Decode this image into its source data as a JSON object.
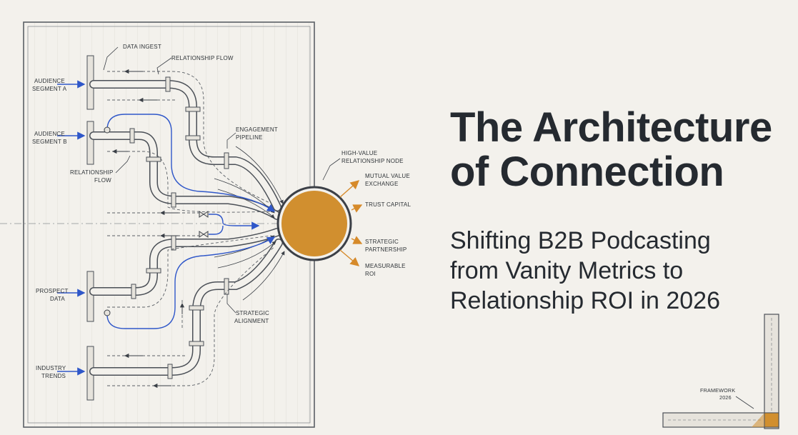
{
  "title": {
    "line1": "The Architecture",
    "line2": "of Connection"
  },
  "subtitle": {
    "line1": "Shifting B2B Podcasting",
    "line2": "from Vanity Metrics to",
    "line3": "Relationship ROI in 2026"
  },
  "inputs": {
    "audience_a": [
      "AUDIENCE",
      "SEGMENT A"
    ],
    "audience_b": [
      "AUDIENCE",
      "SEGMENT B"
    ],
    "prospect": [
      "PROSPECT",
      "DATA"
    ],
    "industry": [
      "INDUSTRY",
      "TRENDS"
    ]
  },
  "callouts": {
    "data_ingest": "DATA INGEST",
    "relationship_flow_top": "RELATIONSHIP FLOW",
    "relationship_flow_left": [
      "RELATIONSHIP",
      "FLOW"
    ],
    "engagement_pipeline": [
      "ENGAGEMENT",
      "PIPELINE"
    ],
    "strategic_alignment": [
      "STRATEGIC",
      "ALIGNMENT"
    ],
    "high_value_node": [
      "HIGH-VALUE",
      "RELATIONSHIP NODE"
    ]
  },
  "outputs": {
    "mutual_value": [
      "MUTUAL VALUE",
      "EXCHANGE"
    ],
    "trust_capital": "TRUST CAPITAL",
    "strategic_partnership": [
      "STRATEGIC",
      "PARTNERSHIP"
    ],
    "measurable_roi": [
      "MEASURABLE",
      "ROI"
    ]
  },
  "framework": [
    "FRAMEWORK",
    "2026"
  ],
  "colors": {
    "background": "#f3f1ec",
    "ink": "#252a30",
    "accent_blue": "#2f57c9",
    "node_orange": "#d18f2f",
    "node_ring": "#3c4047",
    "arrow_orange": "#d68a2a"
  }
}
